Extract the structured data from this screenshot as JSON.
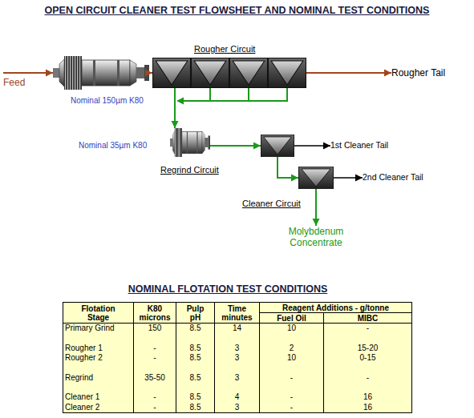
{
  "diagram": {
    "title": "OPEN CIRCUIT CLEANER TEST FLOWSHEET AND NOMINAL TEST CONDITIONS",
    "nodes": [
      {
        "text": [
          "Feed"
        ]
      },
      {
        "text": [
          "Nominal 150µm K80"
        ]
      },
      {
        "text": [
          "Rougher Circuit"
        ]
      },
      {
        "text": [
          "Rougher Tail"
        ]
      },
      {
        "text": [
          "Nominal 35µm K80",
          "Regrind Circuit"
        ]
      },
      {
        "text": []
      },
      {
        "text": [
          "1st Cleaner Tail"
        ]
      },
      {
        "text": [
          "Cleaner Circuit"
        ]
      },
      {
        "text": [
          "2nd Cleaner Tail"
        ]
      },
      {
        "text": [
          "Molybdenum Concentrate"
        ]
      }
    ],
    "edges": [
      {
        "from": 0,
        "to": 1,
        "arrow": "to"
      },
      {
        "from": 1,
        "to": 2,
        "arrow": "to"
      },
      {
        "from": 2,
        "to": 3,
        "arrow": "to"
      },
      {
        "from": 2,
        "to": 4,
        "arrow": "to"
      },
      {
        "from": 4,
        "to": 5,
        "arrow": "to"
      },
      {
        "from": 5,
        "to": 6,
        "arrow": "to"
      },
      {
        "from": 5,
        "to": 7,
        "arrow": "to"
      },
      {
        "from": 7,
        "to": 8,
        "arrow": "to"
      },
      {
        "from": 7,
        "to": 9,
        "arrow": "to"
      }
    ],
    "labels": [
      "NOMINAL FLOTATION TEST CONDITIONS",
      "Flotation Stage",
      "K80 microns",
      "Pulp pH",
      "Time minutes",
      "Reagent Additions - g/tonne",
      "Fuel Oil",
      "MIBC",
      "Primary Grind",
      "150",
      "8.5",
      "14",
      "10",
      "-",
      "Rougher 1",
      "-",
      "8.5",
      "3",
      "2",
      "15-20",
      "Rougher 2",
      "-",
      "8.5",
      "3",
      "10",
      "0-15",
      "Regrind",
      "35-50",
      "8.5",
      "3",
      "-",
      "-",
      "Cleaner 1",
      "-",
      "8.5",
      "4",
      "-",
      "16",
      "Cleaner 2",
      "-",
      "8.5",
      "3",
      "-",
      "16"
    ]
  }
}
